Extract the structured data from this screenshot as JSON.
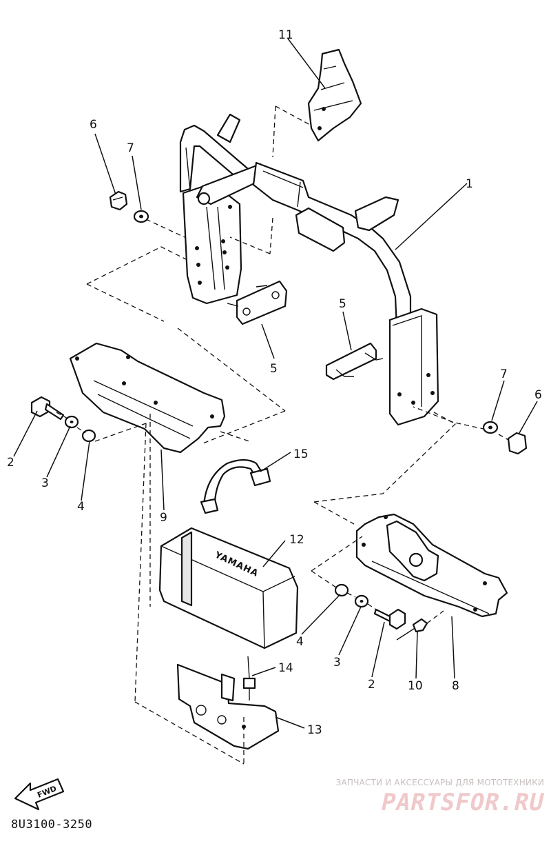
{
  "callouts": [
    {
      "id": "c11",
      "text": "11"
    },
    {
      "id": "c6a",
      "text": "6"
    },
    {
      "id": "c7a",
      "text": "7"
    },
    {
      "id": "c1",
      "text": "1"
    },
    {
      "id": "c5a",
      "text": "5"
    },
    {
      "id": "c5b",
      "text": "5"
    },
    {
      "id": "c7b",
      "text": "7"
    },
    {
      "id": "c6b",
      "text": "6"
    },
    {
      "id": "c2a",
      "text": "2"
    },
    {
      "id": "c3a",
      "text": "3"
    },
    {
      "id": "c4a",
      "text": "4"
    },
    {
      "id": "c9",
      "text": "9"
    },
    {
      "id": "c15",
      "text": "15"
    },
    {
      "id": "c12",
      "text": "12"
    },
    {
      "id": "c4b",
      "text": "4"
    },
    {
      "id": "c3b",
      "text": "3"
    },
    {
      "id": "c2b",
      "text": "2"
    },
    {
      "id": "c10",
      "text": "10"
    },
    {
      "id": "c8",
      "text": "8"
    },
    {
      "id": "c14",
      "text": "14"
    },
    {
      "id": "c13",
      "text": "13"
    }
  ],
  "battery_label": "YAMAHA",
  "direction_badge": "FWD",
  "diagram_code": "8U3100-3250",
  "watermark": {
    "tagline": "ЗАПЧАСТИ И АКСЕССУАРЫ ДЛЯ МОТОТЕХНИКИ",
    "logo": "PARTSFOR.RU"
  }
}
